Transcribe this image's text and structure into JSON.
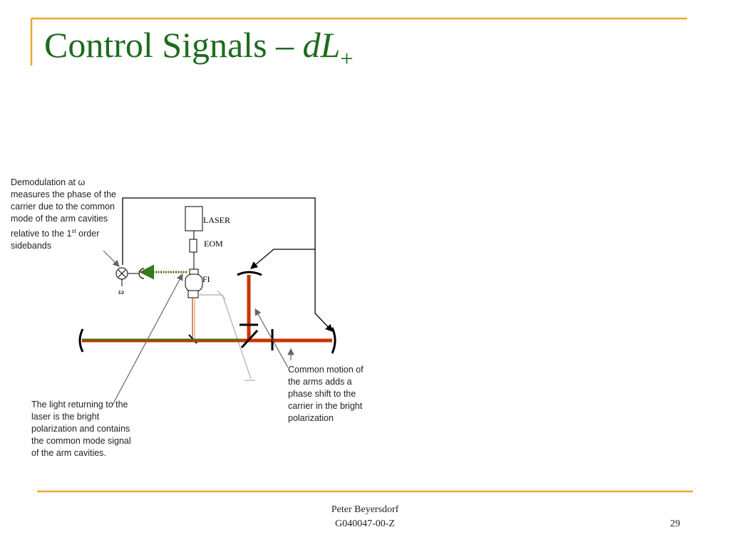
{
  "slide": {
    "title_main": "Control Signals",
    "title_dash": "–",
    "title_var": "dL",
    "title_sub": "+",
    "page_number": "29"
  },
  "footer": {
    "author": "Peter Beyersdorf",
    "doc_id": "G040047-00-Z"
  },
  "diagram": {
    "laser_label": "LASER",
    "eom_label": "EOM",
    "fi_label": "FI",
    "omega_label": "ω"
  },
  "notes": {
    "demod_text": "Demodulation at ω measures the phase of the carrier due to the common mode of the arm cavities relative to the 1",
    "demod_sup": "st",
    "demod_end": " order sidebands",
    "returning_light": "The light returning to the laser is the bright polarization and contains the common mode signal of the arm cavities.",
    "common_motion": "Common motion of the arms adds a phase shift to the carrier in the bright polarization"
  },
  "colors": {
    "title": "#1e6b1e",
    "accent_rule": "#e8a92b",
    "arm_beam": "#cc3300",
    "return_beam": "#2e7d1e",
    "pickoff": "#bbbbbb"
  }
}
